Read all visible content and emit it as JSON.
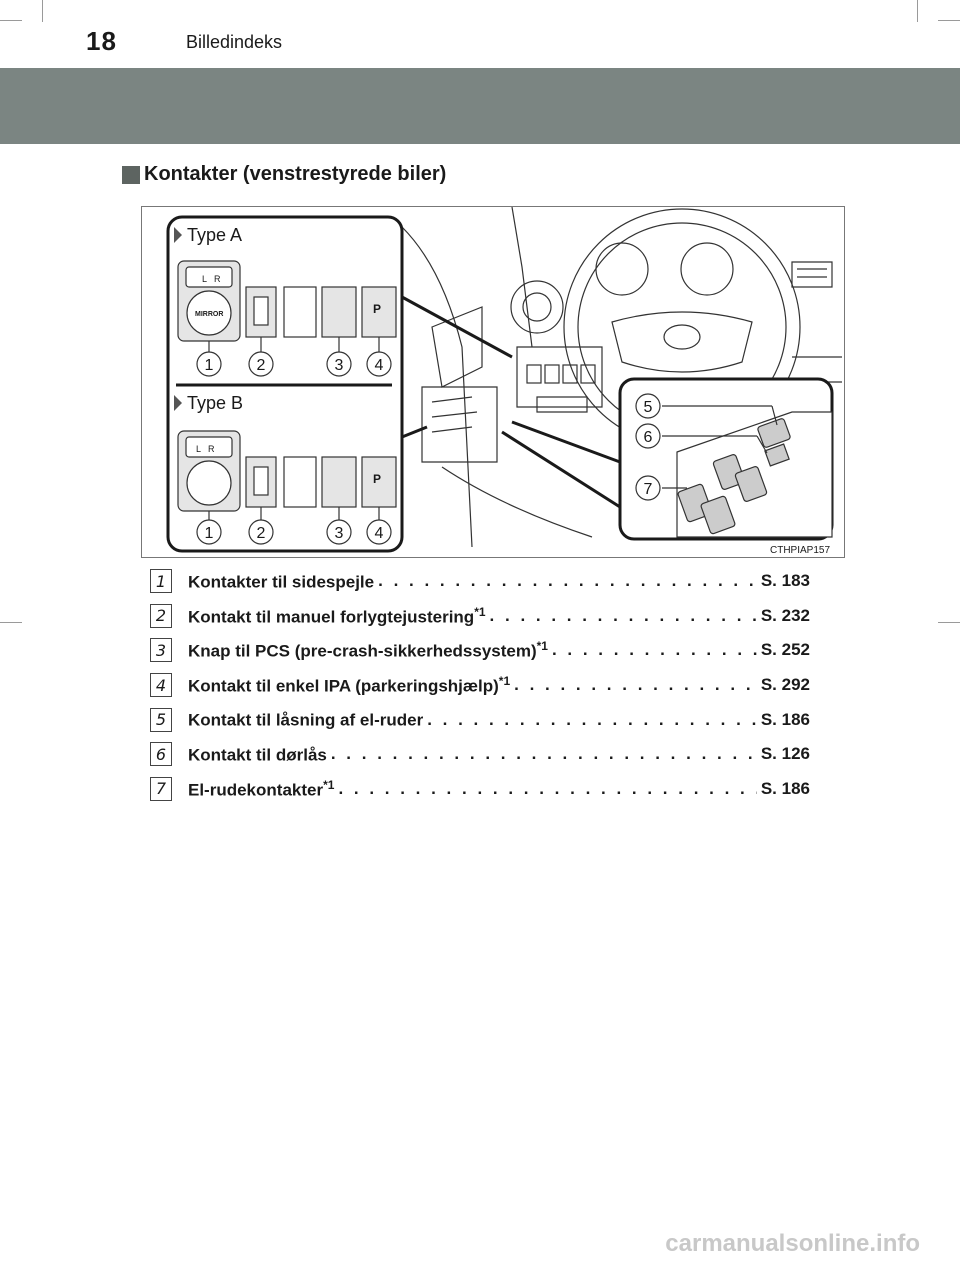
{
  "header": {
    "page_number": "18",
    "section": "Billedindeks"
  },
  "heading": "Kontakter (venstrestyrede biler)",
  "figure": {
    "type_a": "Type A",
    "type_b": "Type B",
    "code": "CTHPIAP157",
    "mirror_label": "MIRROR",
    "lr_l": "L",
    "lr_r": "R",
    "park_label": "P",
    "callouts_top": [
      "1",
      "2",
      "3",
      "4"
    ],
    "callouts_bottom": [
      "1",
      "2",
      "3",
      "4"
    ],
    "callouts_door": [
      "5",
      "6",
      "7"
    ]
  },
  "items": [
    {
      "num": "1",
      "label": "Kontakter til sidespejle",
      "sup": "",
      "page": "S. 183"
    },
    {
      "num": "2",
      "label": "Kontakt til manuel forlygtejustering",
      "sup": "*1",
      "page": "S. 232"
    },
    {
      "num": "3",
      "label": "Knap til PCS (pre-crash-sikkerhedssystem)",
      "sup": "*1",
      "page": "S. 252"
    },
    {
      "num": "4",
      "label": "Kontakt til enkel IPA (parkeringshjælp)",
      "sup": "*1",
      "page": "S. 292"
    },
    {
      "num": "5",
      "label": "Kontakt til låsning af el-ruder",
      "sup": "",
      "page": "S. 186"
    },
    {
      "num": "6",
      "label": "Kontakt til dørlås",
      "sup": "",
      "page": "S. 126"
    },
    {
      "num": "7",
      "label": "El-rudekontakter",
      "sup": "*1",
      "page": "S. 186"
    }
  ],
  "footer": "carmanualsonline.info"
}
